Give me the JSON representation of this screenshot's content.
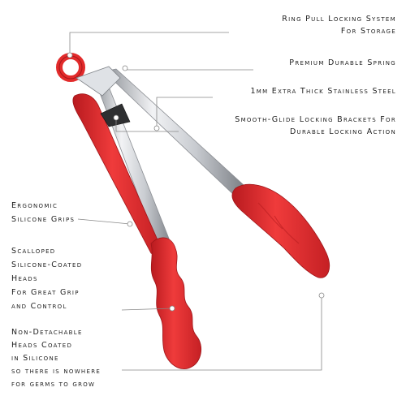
{
  "image": {
    "subject": "silicone kitchen tongs",
    "accent_color": "#e22b2b",
    "steel_color": "#c8cbd0",
    "background": "#ffffff"
  },
  "callouts": {
    "ring_pull": {
      "line1": "Ring Pull Locking System",
      "line2": "For Storage"
    },
    "spring": {
      "line1": "Premium Durable Spring"
    },
    "steel": {
      "line1": "1mm Extra Thick Stainless Steel"
    },
    "brackets": {
      "line1": "Smooth-Glide Locking Brackets For",
      "line2": "Durable Locking Action"
    },
    "grips": {
      "line1": "Ergonomic",
      "line2": "Silicone Grips"
    },
    "heads": {
      "line1": "Scalloped",
      "line2": "Silicone-Coated",
      "line3": "Heads",
      "line4": "For Great Grip",
      "line5": "and Control"
    },
    "non_detachable": {
      "line1": "Non-Detachable",
      "line2": "Heads Coated",
      "line3": "in Silicone",
      "line4": "so there is nowhere",
      "line5": "for germs to grow"
    }
  }
}
